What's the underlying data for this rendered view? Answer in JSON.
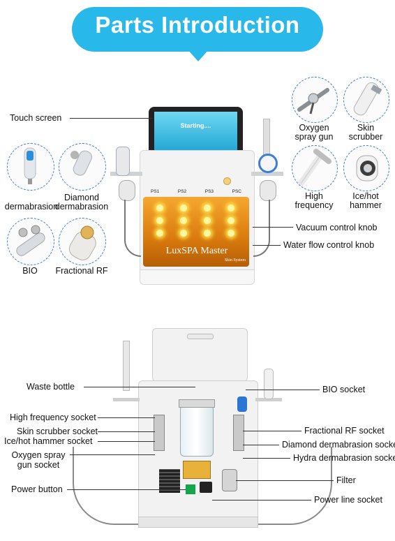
{
  "banner": {
    "title": "Parts Introduction"
  },
  "front": {
    "screen_text": "Starting....",
    "port_labels": [
      "PS1",
      "PS2",
      "PS3",
      "PSC"
    ],
    "brand": "LuxSPA Master",
    "sub_brand": "Skin System",
    "labels": {
      "touch_screen": "Touch screen",
      "vacuum_knob": "Vacuum control knob",
      "water_knob": "Water flow control knob"
    },
    "left_parts": {
      "dermabrasion": "dermabrasion",
      "diamond_line1": "Diamond",
      "diamond_line2": "dermabrasion",
      "bio": "BIO",
      "fractional_rf": "Fractional RF"
    },
    "right_parts": {
      "oxygen_line1": "Oxygen",
      "oxygen_line2": "spray gun",
      "skin_line1": "Skin",
      "skin_line2": "scrubber",
      "high_line1": "High",
      "high_line2": "frequency",
      "ice_line1": "Ice/hot",
      "ice_line2": "hammer"
    }
  },
  "back": {
    "left_labels": {
      "waste_bottle": "Waste bottle",
      "high_freq_socket": "High frequency socket",
      "skin_scrubber_socket": "Skin scrubber socket",
      "ice_hammer_socket": "Ice/hot hammer socket",
      "oxygen_line1": "Oxygen spray",
      "oxygen_line2": "gun socket",
      "power_button": "Power button"
    },
    "right_labels": {
      "bio_socket": "BIO socket",
      "fractional_rf_socket": "Fractional RF socket",
      "diamond_socket": "Diamond dermabrasion socket",
      "hydra_socket": "Hydra dermabrasion socket",
      "filter": "Filter",
      "power_line_socket": "Power line socket"
    }
  },
  "colors": {
    "banner": "#29b8ea",
    "circle_border": "#3a7ed6",
    "panel_orange": "#e8901c"
  }
}
